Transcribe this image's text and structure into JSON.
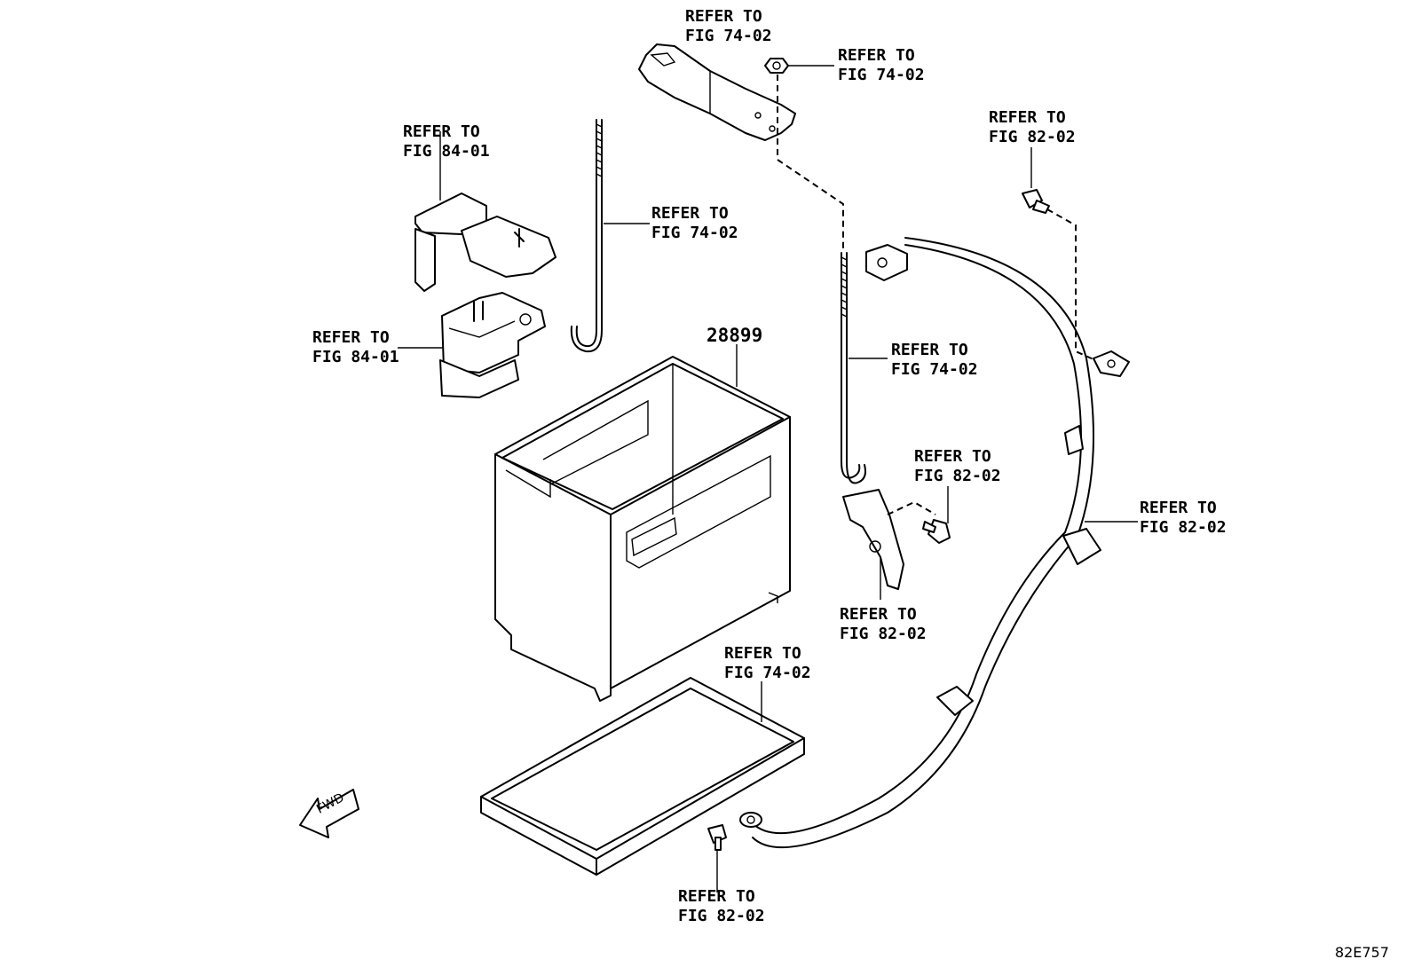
{
  "figure_id": "82E757",
  "part_number": "28899",
  "callouts": [
    {
      "line1": "REFER TO",
      "line2": "FIG 74-02"
    },
    {
      "line1": "REFER TO",
      "line2": "FIG 74-02"
    },
    {
      "line1": "REFER TO",
      "line2": "FIG 82-02"
    },
    {
      "line1": "REFER TO",
      "line2": "FIG 84-01"
    },
    {
      "line1": "REFER TO",
      "line2": "FIG 74-02"
    },
    {
      "line1": "REFER TO",
      "line2": "FIG 84-01"
    },
    {
      "line1": "REFER TO",
      "line2": "FIG 74-02"
    },
    {
      "line1": "REFER TO",
      "line2": "FIG 82-02"
    },
    {
      "line1": "REFER TO",
      "line2": "FIG 82-02"
    },
    {
      "line1": "REFER TO",
      "line2": "FIG 82-02"
    },
    {
      "line1": "REFER TO",
      "line2": "FIG 74-02"
    },
    {
      "line1": "REFER TO",
      "line2": "FIG 82-02"
    }
  ],
  "fwd_label": "FWD"
}
